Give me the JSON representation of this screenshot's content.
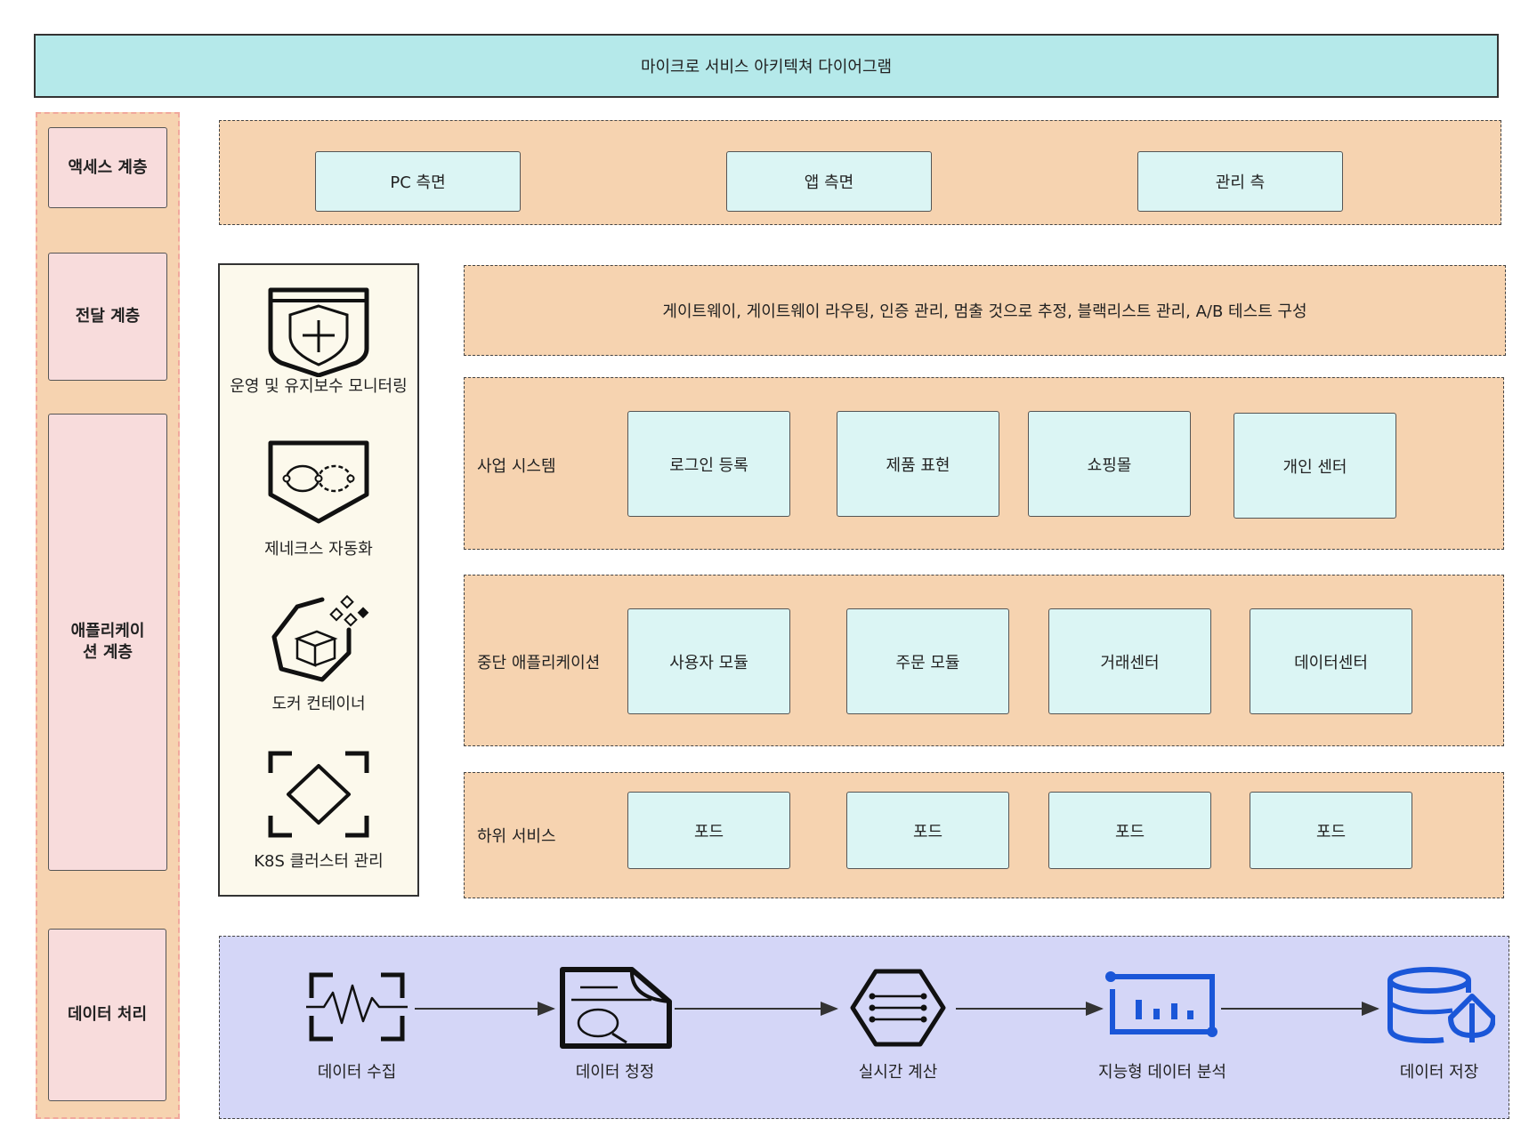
{
  "title": "마이크로 서비스 아키텍쳐 다이어그램",
  "layers": [
    "액세스 계층",
    "전달 계층",
    "애플리케이\n션 계층",
    "데이터 처리"
  ],
  "access": [
    "PC 측면",
    "앱 측면",
    "관리 측"
  ],
  "gateway": "게이트웨이, 게이트웨이 라우팅, 인증 관리, 멈출 것으로 추정, 블랙리스트 관리, A/B 테스트 구성",
  "business": {
    "label": "사업 시스템",
    "items": [
      "로그인 등록",
      "제품 표현",
      "쇼핑몰",
      "개인 센터"
    ]
  },
  "middle": {
    "label": "중단 애플리케이션",
    "items": [
      "사용자 모듈",
      "주문 모듈",
      "거래센터",
      "데이터센터"
    ]
  },
  "lower": {
    "label": "하위 서비스",
    "items": [
      "포드",
      "포드",
      "포드",
      "포드"
    ]
  },
  "ops": [
    {
      "label": "운영 및 유지보수 모니터링",
      "icon": "shield-plus-icon"
    },
    {
      "label": "제네크스 자동화",
      "icon": "infinity-loop-icon"
    },
    {
      "label": "도커 컨테이너",
      "icon": "docker-container-icon"
    },
    {
      "label": "K8S 클러스터 관리",
      "icon": "k8s-diamond-icon"
    }
  ],
  "data_flow": [
    {
      "label": "데이터 수집",
      "icon": "waveform-icon"
    },
    {
      "label": "데이터 청정",
      "icon": "document-search-icon"
    },
    {
      "label": "실시간 계산",
      "icon": "hexagon-circuit-icon"
    },
    {
      "label": "지능형 데이터 분석",
      "icon": "bar-analytics-icon"
    },
    {
      "label": "데이터 저장",
      "icon": "database-icon"
    }
  ],
  "colors": {
    "title_bg": "#b5e9ea",
    "band_bg": "#f6d3b0",
    "layer_bg": "#f8dcdc",
    "service_bg": "#dbf5f4",
    "ops_bg": "#fcf9ec",
    "data_bg": "#d4d6f7",
    "blue_icon": "#1a56d8"
  }
}
